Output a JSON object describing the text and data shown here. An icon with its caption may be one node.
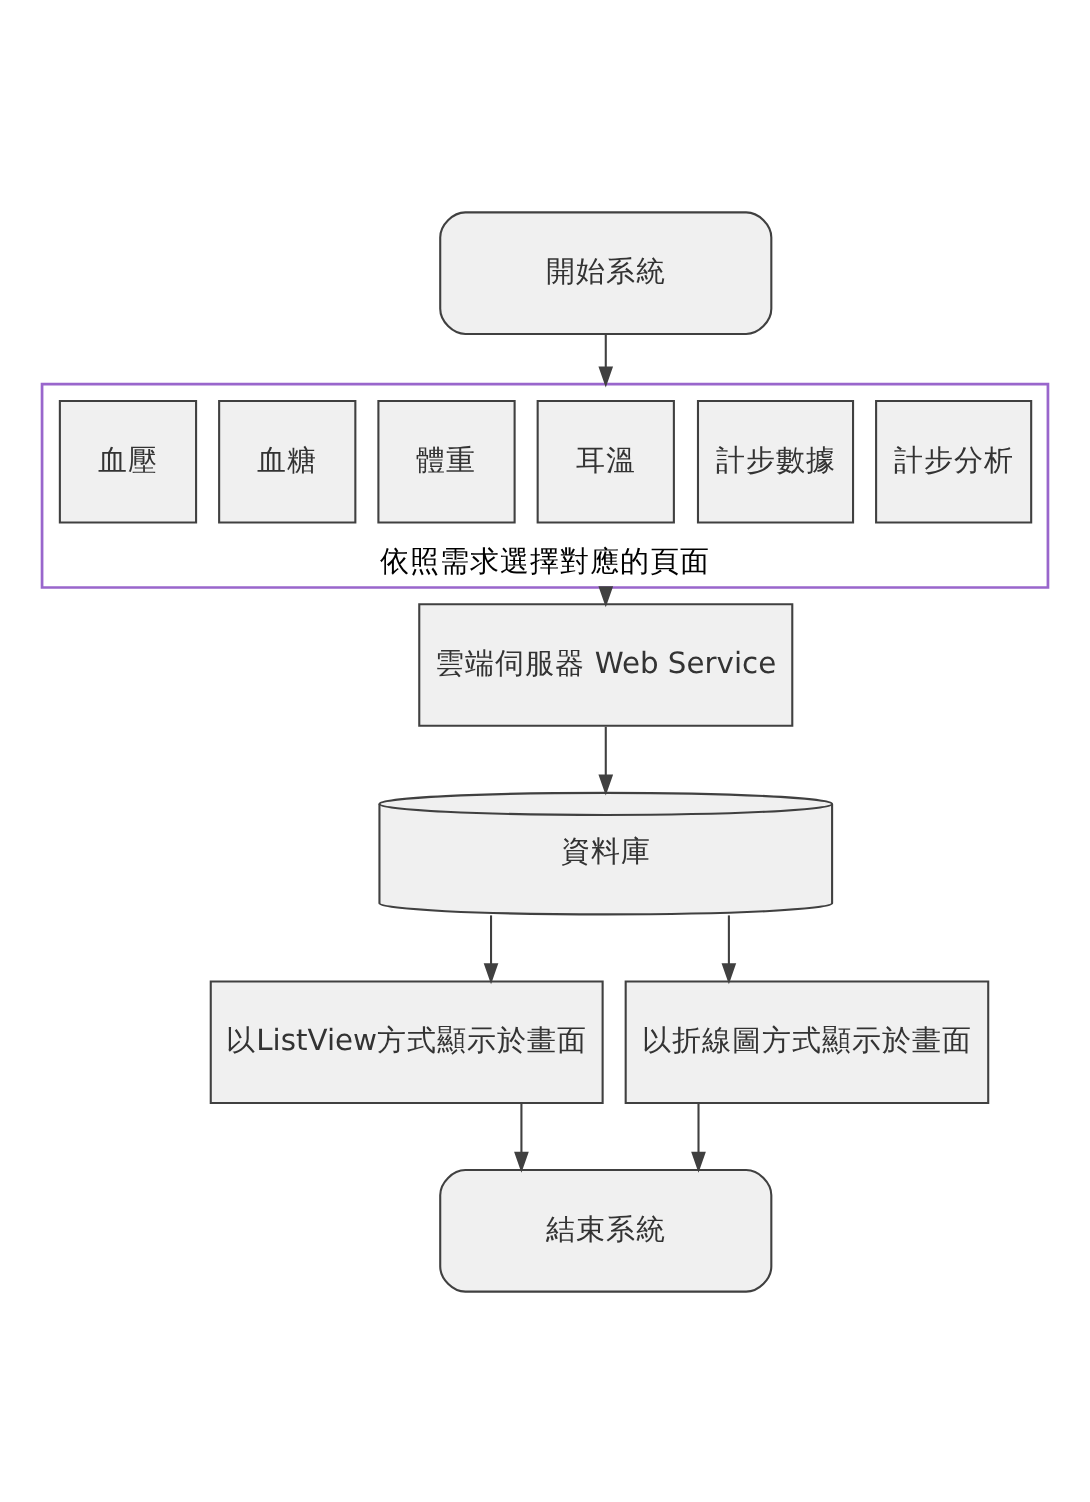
{
  "diagram": {
    "nodes": [
      {
        "text": [
          "開始系統"
        ]
      },
      {
        "text": [
          "依照需求選擇對應的頁面"
        ]
      },
      {
        "text": [
          "血壓"
        ],
        "in": 1
      },
      {
        "text": [
          "血糖"
        ],
        "in": 1
      },
      {
        "text": [
          "體重"
        ],
        "in": 1
      },
      {
        "text": [
          "耳溫"
        ],
        "in": 1
      },
      {
        "text": [
          "計步數據"
        ],
        "in": 1
      },
      {
        "text": [
          "計步分析"
        ],
        "in": 1
      },
      {
        "text": [
          "雲端伺服器 Web Service"
        ]
      },
      {
        "text": [
          "資料庫"
        ]
      },
      {
        "text": [
          "以ListView方式顯示於畫面"
        ]
      },
      {
        "text": [
          "以折線圖方式顯示於畫面"
        ]
      },
      {
        "text": [
          "結束系統"
        ]
      }
    ],
    "edges": [
      {
        "from": 0,
        "to": 1,
        "arrow": "to"
      },
      {
        "from": 1,
        "to": 8,
        "arrow": "to"
      },
      {
        "from": 8,
        "to": 9,
        "arrow": "to"
      },
      {
        "from": 9,
        "to": 10,
        "arrow": "to"
      },
      {
        "from": 9,
        "to": 11,
        "arrow": "to"
      },
      {
        "from": 10,
        "to": 12,
        "arrow": "to"
      },
      {
        "from": 11,
        "to": 12,
        "arrow": "to"
      }
    ]
  }
}
